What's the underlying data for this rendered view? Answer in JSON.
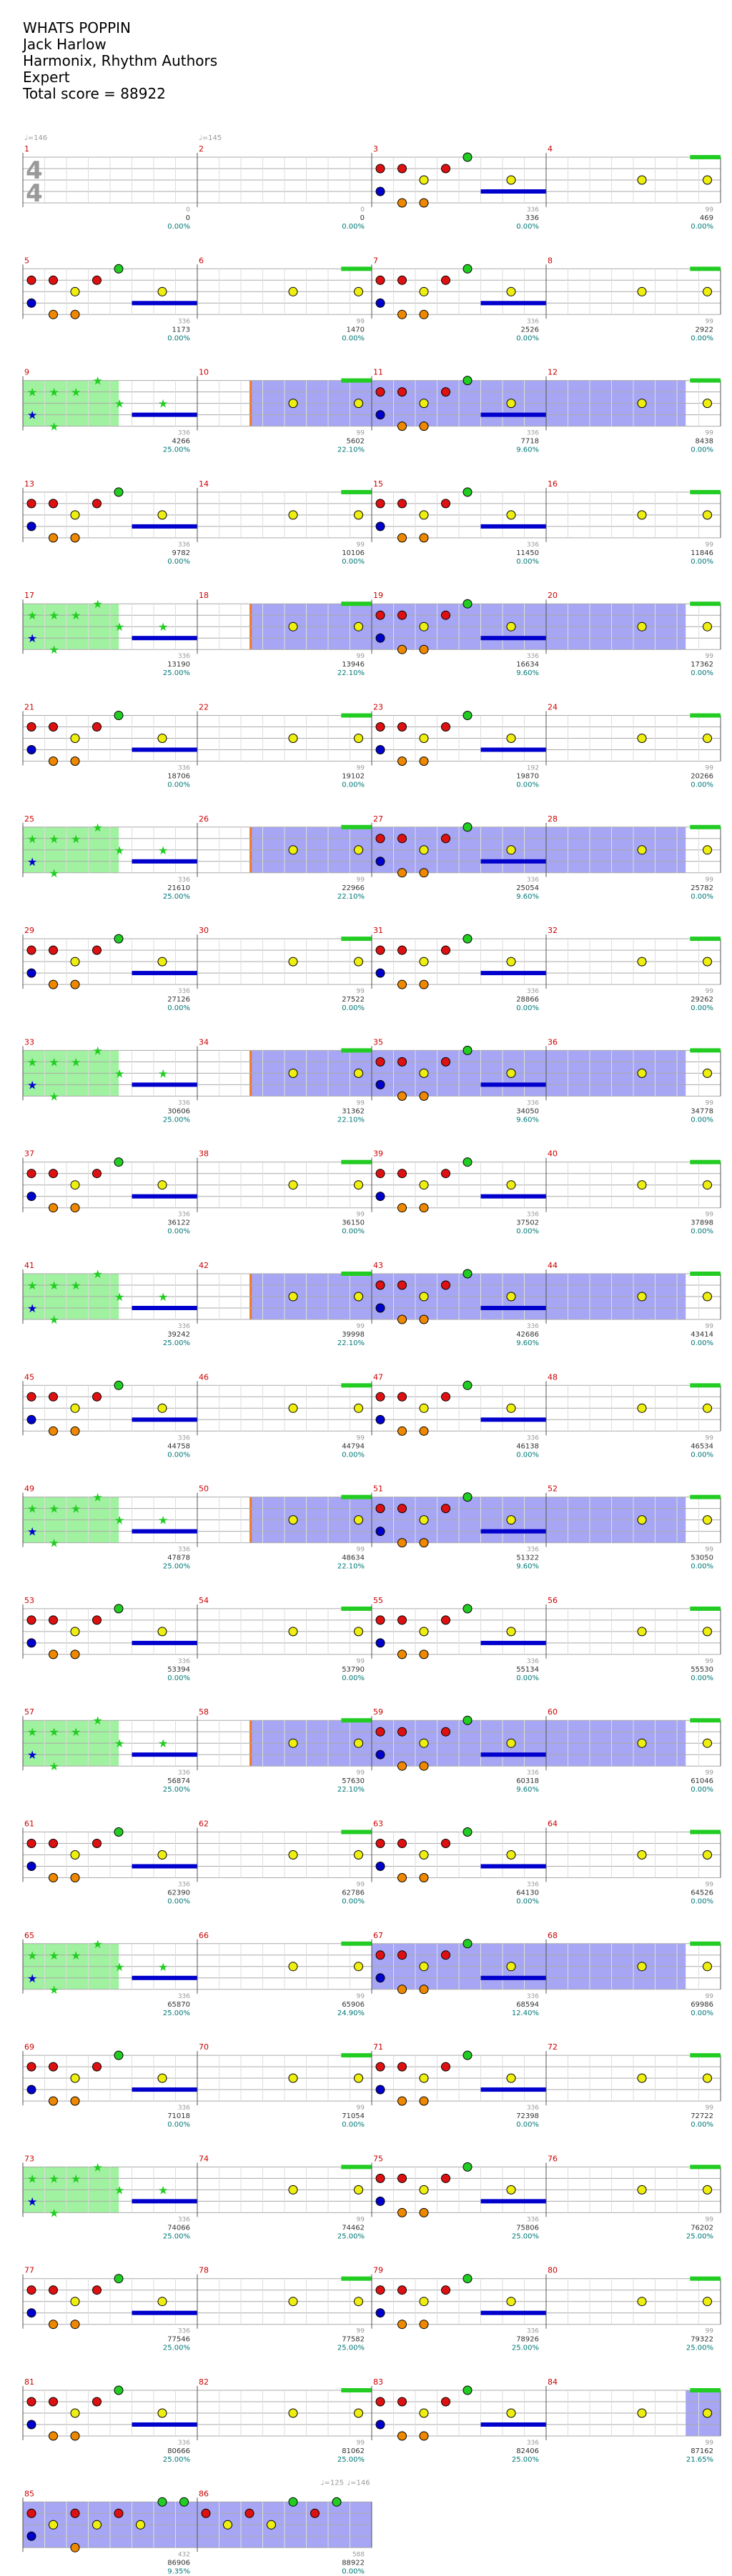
{
  "header": {
    "title": "WHATS POPPIN",
    "artist": "Jack Harlow",
    "authors": "Harmonix, Rhythm Authors",
    "difficulty": "Expert",
    "total_score": "Total score = 88922"
  },
  "tempo_markers": [
    {
      "measure": 1,
      "label": "♩=146",
      "beat": 0
    },
    {
      "measure": 2,
      "label": "♩=145",
      "beat": 0
    },
    {
      "measure": 86,
      "label": "♩=125",
      "beat": 2.8
    },
    {
      "measure": 86,
      "label": "♩=146",
      "beat": 3.4
    }
  ],
  "time_signature": {
    "top": "4",
    "bottom": "4"
  },
  "lane_colors": {
    "green": "#22cc22",
    "red": "#dd1111",
    "yellow": "#eeee11",
    "blue": "#0000cc",
    "orange": "#ee8800",
    "sp_phrase": "#88ee88",
    "sp_active": "#7777ee",
    "sp_activation": "#ee7722",
    "measure_number": "#cc0000",
    "score_text": "#007777",
    "small_text": "#999999"
  },
  "measures": [
    {
      "n": 1,
      "score": "0",
      "pct": "0.00%",
      "small": "0",
      "overlay": "",
      "pattern": "empty"
    },
    {
      "n": 2,
      "score": "0",
      "pct": "0.00%",
      "small": "0",
      "overlay": "",
      "pattern": "empty"
    },
    {
      "n": 3,
      "score": "336",
      "pct": "0.00%",
      "small": "336",
      "overlay": "",
      "pattern": "A"
    },
    {
      "n": 4,
      "score": "469",
      "pct": "0.00%",
      "small": "99",
      "overlay": "",
      "pattern": "B"
    },
    {
      "n": 5,
      "score": "1173",
      "pct": "0.00%",
      "small": "336",
      "overlay": "",
      "pattern": "A"
    },
    {
      "n": 6,
      "score": "1470",
      "pct": "0.00%",
      "small": "99",
      "overlay": "",
      "pattern": "B"
    },
    {
      "n": 7,
      "score": "2526",
      "pct": "0.00%",
      "small": "336",
      "overlay": "",
      "pattern": "A"
    },
    {
      "n": 8,
      "score": "2922",
      "pct": "0.00%",
      "small": "99",
      "overlay": "",
      "pattern": "B"
    },
    {
      "n": 9,
      "score": "4266",
      "pct": "25.00%",
      "small": "336",
      "overlay": "green",
      "pattern": "S"
    },
    {
      "n": 10,
      "score": "5602",
      "pct": "22.10%",
      "small": "99",
      "overlay": "blue_start",
      "pattern": "B"
    },
    {
      "n": 11,
      "score": "7718",
      "pct": "9.60%",
      "small": "336",
      "overlay": "blue",
      "pattern": "A"
    },
    {
      "n": 12,
      "score": "8438",
      "pct": "0.00%",
      "small": "99",
      "overlay": "blue_end",
      "pattern": "B"
    },
    {
      "n": 13,
      "score": "9782",
      "pct": "0.00%",
      "small": "336",
      "overlay": "",
      "pattern": "A"
    },
    {
      "n": 14,
      "score": "10106",
      "pct": "0.00%",
      "small": "99",
      "overlay": "",
      "pattern": "B"
    },
    {
      "n": 15,
      "score": "11450",
      "pct": "0.00%",
      "small": "336",
      "overlay": "",
      "pattern": "A"
    },
    {
      "n": 16,
      "score": "11846",
      "pct": "0.00%",
      "small": "99",
      "overlay": "",
      "pattern": "B"
    },
    {
      "n": 17,
      "score": "13190",
      "pct": "25.00%",
      "small": "336",
      "overlay": "green",
      "pattern": "S"
    },
    {
      "n": 18,
      "score": "13946",
      "pct": "22.10%",
      "small": "99",
      "overlay": "blue_start",
      "pattern": "B"
    },
    {
      "n": 19,
      "score": "16634",
      "pct": "9.60%",
      "small": "336",
      "overlay": "blue",
      "pattern": "A"
    },
    {
      "n": 20,
      "score": "17362",
      "pct": "0.00%",
      "small": "99",
      "overlay": "blue_end",
      "pattern": "B"
    },
    {
      "n": 21,
      "score": "18706",
      "pct": "0.00%",
      "small": "336",
      "overlay": "",
      "pattern": "A"
    },
    {
      "n": 22,
      "score": "19102",
      "pct": "0.00%",
      "small": "99",
      "overlay": "",
      "pattern": "B"
    },
    {
      "n": 23,
      "score": "19870",
      "pct": "0.00%",
      "small": "192",
      "overlay": "",
      "pattern": "A"
    },
    {
      "n": 24,
      "score": "20266",
      "pct": "0.00%",
      "small": "99",
      "overlay": "",
      "pattern": "B"
    },
    {
      "n": 25,
      "score": "21610",
      "pct": "25.00%",
      "small": "336",
      "overlay": "green",
      "pattern": "S"
    },
    {
      "n": 26,
      "score": "22966",
      "pct": "22.10%",
      "small": "99",
      "overlay": "blue_start",
      "pattern": "B"
    },
    {
      "n": 27,
      "score": "25054",
      "pct": "9.60%",
      "small": "336",
      "overlay": "blue",
      "pattern": "A"
    },
    {
      "n": 28,
      "score": "25782",
      "pct": "0.00%",
      "small": "99",
      "overlay": "blue_end",
      "pattern": "B"
    },
    {
      "n": 29,
      "score": "27126",
      "pct": "0.00%",
      "small": "336",
      "overlay": "",
      "pattern": "A"
    },
    {
      "n": 30,
      "score": "27522",
      "pct": "0.00%",
      "small": "99",
      "overlay": "",
      "pattern": "B"
    },
    {
      "n": 31,
      "score": "28866",
      "pct": "0.00%",
      "small": "336",
      "overlay": "",
      "pattern": "A"
    },
    {
      "n": 32,
      "score": "29262",
      "pct": "0.00%",
      "small": "99",
      "overlay": "",
      "pattern": "B"
    },
    {
      "n": 33,
      "score": "30606",
      "pct": "25.00%",
      "small": "336",
      "overlay": "green",
      "pattern": "S"
    },
    {
      "n": 34,
      "score": "31362",
      "pct": "22.10%",
      "small": "99",
      "overlay": "blue_start",
      "pattern": "B"
    },
    {
      "n": 35,
      "score": "34050",
      "pct": "9.60%",
      "small": "336",
      "overlay": "blue",
      "pattern": "A"
    },
    {
      "n": 36,
      "score": "34778",
      "pct": "0.00%",
      "small": "99",
      "overlay": "blue_end",
      "pattern": "B"
    },
    {
      "n": 37,
      "score": "36122",
      "pct": "0.00%",
      "small": "336",
      "overlay": "",
      "pattern": "A"
    },
    {
      "n": 38,
      "score": "36150",
      "pct": "0.00%",
      "small": "99",
      "overlay": "",
      "pattern": "B"
    },
    {
      "n": 39,
      "score": "37502",
      "pct": "0.00%",
      "small": "336",
      "overlay": "",
      "pattern": "A"
    },
    {
      "n": 40,
      "score": "37898",
      "pct": "0.00%",
      "small": "99",
      "overlay": "",
      "pattern": "B"
    },
    {
      "n": 41,
      "score": "39242",
      "pct": "25.00%",
      "small": "336",
      "overlay": "green",
      "pattern": "S"
    },
    {
      "n": 42,
      "score": "39998",
      "pct": "22.10%",
      "small": "99",
      "overlay": "blue_start",
      "pattern": "B"
    },
    {
      "n": 43,
      "score": "42686",
      "pct": "9.60%",
      "small": "336",
      "overlay": "blue",
      "pattern": "A"
    },
    {
      "n": 44,
      "score": "43414",
      "pct": "0.00%",
      "small": "99",
      "overlay": "blue_end",
      "pattern": "B"
    },
    {
      "n": 45,
      "score": "44758",
      "pct": "0.00%",
      "small": "336",
      "overlay": "",
      "pattern": "A"
    },
    {
      "n": 46,
      "score": "44794",
      "pct": "0.00%",
      "small": "99",
      "overlay": "",
      "pattern": "B"
    },
    {
      "n": 47,
      "score": "46138",
      "pct": "0.00%",
      "small": "336",
      "overlay": "",
      "pattern": "A"
    },
    {
      "n": 48,
      "score": "46534",
      "pct": "0.00%",
      "small": "99",
      "overlay": "",
      "pattern": "B"
    },
    {
      "n": 49,
      "score": "47878",
      "pct": "25.00%",
      "small": "336",
      "overlay": "green",
      "pattern": "S"
    },
    {
      "n": 50,
      "score": "48634",
      "pct": "22.10%",
      "small": "99",
      "overlay": "blue_start",
      "pattern": "B"
    },
    {
      "n": 51,
      "score": "51322",
      "pct": "9.60%",
      "small": "336",
      "overlay": "blue",
      "pattern": "A"
    },
    {
      "n": 52,
      "score": "53050",
      "pct": "0.00%",
      "small": "99",
      "overlay": "blue_end",
      "pattern": "B"
    },
    {
      "n": 53,
      "score": "53394",
      "pct": "0.00%",
      "small": "336",
      "overlay": "",
      "pattern": "A"
    },
    {
      "n": 54,
      "score": "53790",
      "pct": "0.00%",
      "small": "99",
      "overlay": "",
      "pattern": "B"
    },
    {
      "n": 55,
      "score": "55134",
      "pct": "0.00%",
      "small": "336",
      "overlay": "",
      "pattern": "A"
    },
    {
      "n": 56,
      "score": "55530",
      "pct": "0.00%",
      "small": "99",
      "overlay": "",
      "pattern": "B"
    },
    {
      "n": 57,
      "score": "56874",
      "pct": "25.00%",
      "small": "336",
      "overlay": "green",
      "pattern": "S"
    },
    {
      "n": 58,
      "score": "57630",
      "pct": "22.10%",
      "small": "99",
      "overlay": "blue_start",
      "pattern": "B"
    },
    {
      "n": 59,
      "score": "60318",
      "pct": "9.60%",
      "small": "336",
      "overlay": "blue",
      "pattern": "A"
    },
    {
      "n": 60,
      "score": "61046",
      "pct": "0.00%",
      "small": "99",
      "overlay": "blue_end",
      "pattern": "B"
    },
    {
      "n": 61,
      "score": "62390",
      "pct": "0.00%",
      "small": "336",
      "overlay": "",
      "pattern": "A"
    },
    {
      "n": 62,
      "score": "62786",
      "pct": "0.00%",
      "small": "99",
      "overlay": "",
      "pattern": "B"
    },
    {
      "n": 63,
      "score": "64130",
      "pct": "0.00%",
      "small": "336",
      "overlay": "",
      "pattern": "A"
    },
    {
      "n": 64,
      "score": "64526",
      "pct": "0.00%",
      "small": "99",
      "overlay": "",
      "pattern": "B"
    },
    {
      "n": 65,
      "score": "65870",
      "pct": "25.00%",
      "small": "336",
      "overlay": "green",
      "pattern": "S"
    },
    {
      "n": 66,
      "score": "65906",
      "pct": "24.90%",
      "small": "99",
      "overlay": "",
      "pattern": "B"
    },
    {
      "n": 67,
      "score": "68594",
      "pct": "12.40%",
      "small": "336",
      "overlay": "blue",
      "pattern": "A"
    },
    {
      "n": 68,
      "score": "69986",
      "pct": "0.00%",
      "small": "99",
      "overlay": "blue_end",
      "pattern": "B"
    },
    {
      "n": 69,
      "score": "71018",
      "pct": "0.00%",
      "small": "336",
      "overlay": "",
      "pattern": "A"
    },
    {
      "n": 70,
      "score": "71054",
      "pct": "0.00%",
      "small": "99",
      "overlay": "",
      "pattern": "B"
    },
    {
      "n": 71,
      "score": "72398",
      "pct": "0.00%",
      "small": "336",
      "overlay": "",
      "pattern": "A"
    },
    {
      "n": 72,
      "score": "72722",
      "pct": "0.00%",
      "small": "99",
      "overlay": "",
      "pattern": "B"
    },
    {
      "n": 73,
      "score": "74066",
      "pct": "25.00%",
      "small": "336",
      "overlay": "green",
      "pattern": "S"
    },
    {
      "n": 74,
      "score": "74462",
      "pct": "25.00%",
      "small": "99",
      "overlay": "",
      "pattern": "B"
    },
    {
      "n": 75,
      "score": "75806",
      "pct": "25.00%",
      "small": "336",
      "overlay": "",
      "pattern": "A"
    },
    {
      "n": 76,
      "score": "76202",
      "pct": "25.00%",
      "small": "99",
      "overlay": "",
      "pattern": "B"
    },
    {
      "n": 77,
      "score": "77546",
      "pct": "25.00%",
      "small": "336",
      "overlay": "",
      "pattern": "A"
    },
    {
      "n": 78,
      "score": "77582",
      "pct": "25.00%",
      "small": "99",
      "overlay": "",
      "pattern": "B"
    },
    {
      "n": 79,
      "score": "78926",
      "pct": "25.00%",
      "small": "336",
      "overlay": "",
      "pattern": "A"
    },
    {
      "n": 80,
      "score": "79322",
      "pct": "25.00%",
      "small": "99",
      "overlay": "",
      "pattern": "B"
    },
    {
      "n": 81,
      "score": "80666",
      "pct": "25.00%",
      "small": "336",
      "overlay": "",
      "pattern": "A"
    },
    {
      "n": 82,
      "score": "81062",
      "pct": "25.00%",
      "small": "99",
      "overlay": "",
      "pattern": "B"
    },
    {
      "n": 83,
      "score": "82406",
      "pct": "25.00%",
      "small": "336",
      "overlay": "",
      "pattern": "A"
    },
    {
      "n": 84,
      "score": "87162",
      "pct": "21.65%",
      "small": "99",
      "overlay": "blue_tail",
      "pattern": "B"
    },
    {
      "n": 85,
      "score": "86906",
      "pct": "9.35%",
      "small": "432",
      "overlay": "blue",
      "pattern": "F"
    },
    {
      "n": 86,
      "score": "88922",
      "pct": "0.00%",
      "small": "588",
      "overlay": "blue",
      "pattern": "G"
    }
  ]
}
